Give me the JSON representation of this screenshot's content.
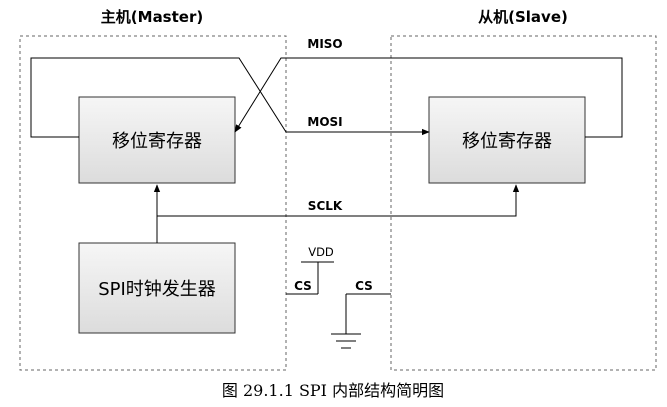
{
  "master": {
    "title": "主机(Master)",
    "shift_register": "移位寄存器",
    "clock_generator": "SPI时钟发生器"
  },
  "slave": {
    "title": "从机(Slave)",
    "shift_register": "移位寄存器"
  },
  "signals": {
    "miso": "MISO",
    "mosi": "MOSI",
    "sclk": "SCLK",
    "vdd": "VDD",
    "cs_master": "CS",
    "cs_slave": "CS"
  },
  "caption": "图 29.1.1 SPI 内部结构简明图"
}
